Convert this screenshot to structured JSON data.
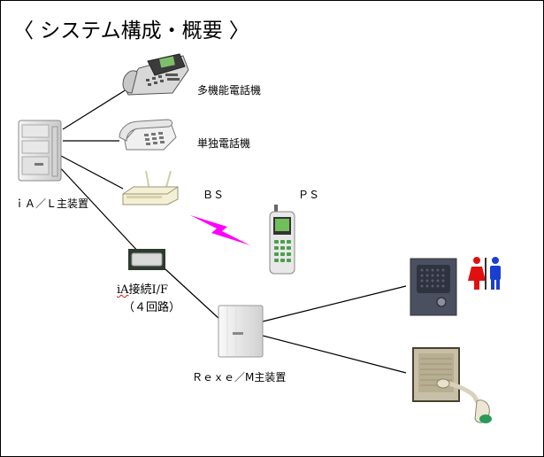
{
  "title": "〈 システム構成・概要 〉",
  "devices": {
    "multi_phone": "多機能電話機",
    "single_phone": "単独電話機",
    "bs": "ＢＳ",
    "ps": "ＰＳ",
    "ia_main": "ｉＡ／Ｌ主装置",
    "ia_if_prefix": "iA",
    "ia_if_rest": "接続I/F",
    "ia_if_sub": "（４回路）",
    "rexe_main": "Ｒｅｘｅ／M主装置"
  },
  "colors": {
    "wireless_bolt": "#ff00ff",
    "restroom_male": "#1a3fd0",
    "restroom_female": "#e01010"
  }
}
